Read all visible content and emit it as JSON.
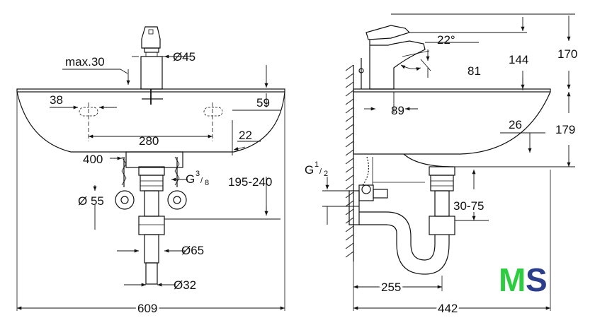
{
  "front_view": {
    "max30": "max.30",
    "dia45": "Ø45",
    "d38": "38",
    "d59": "59",
    "d280": "280",
    "d22": "22",
    "d400": "400",
    "thread_g": "G",
    "thread_sup": "3",
    "thread_sep": "/",
    "thread_sub": "8",
    "d195_240": "195-240",
    "dia55": "Ø 55",
    "dia65": "Ø65",
    "dia32": "Ø32",
    "d609": "609"
  },
  "side_view": {
    "angle22": "22°",
    "d144": "144",
    "d170": "170",
    "d81": "81",
    "d89": "89",
    "d179": "179",
    "d26": "26",
    "thread_g": "G",
    "thread_sup": "1",
    "thread_sep": "/",
    "thread_sub": "2",
    "d30_75": "30-75",
    "d255": "255",
    "d442": "442"
  },
  "logo": {
    "m": "M",
    "s": "S",
    "m_color": "#2ecc40",
    "s_color": "#2b3e8c"
  }
}
